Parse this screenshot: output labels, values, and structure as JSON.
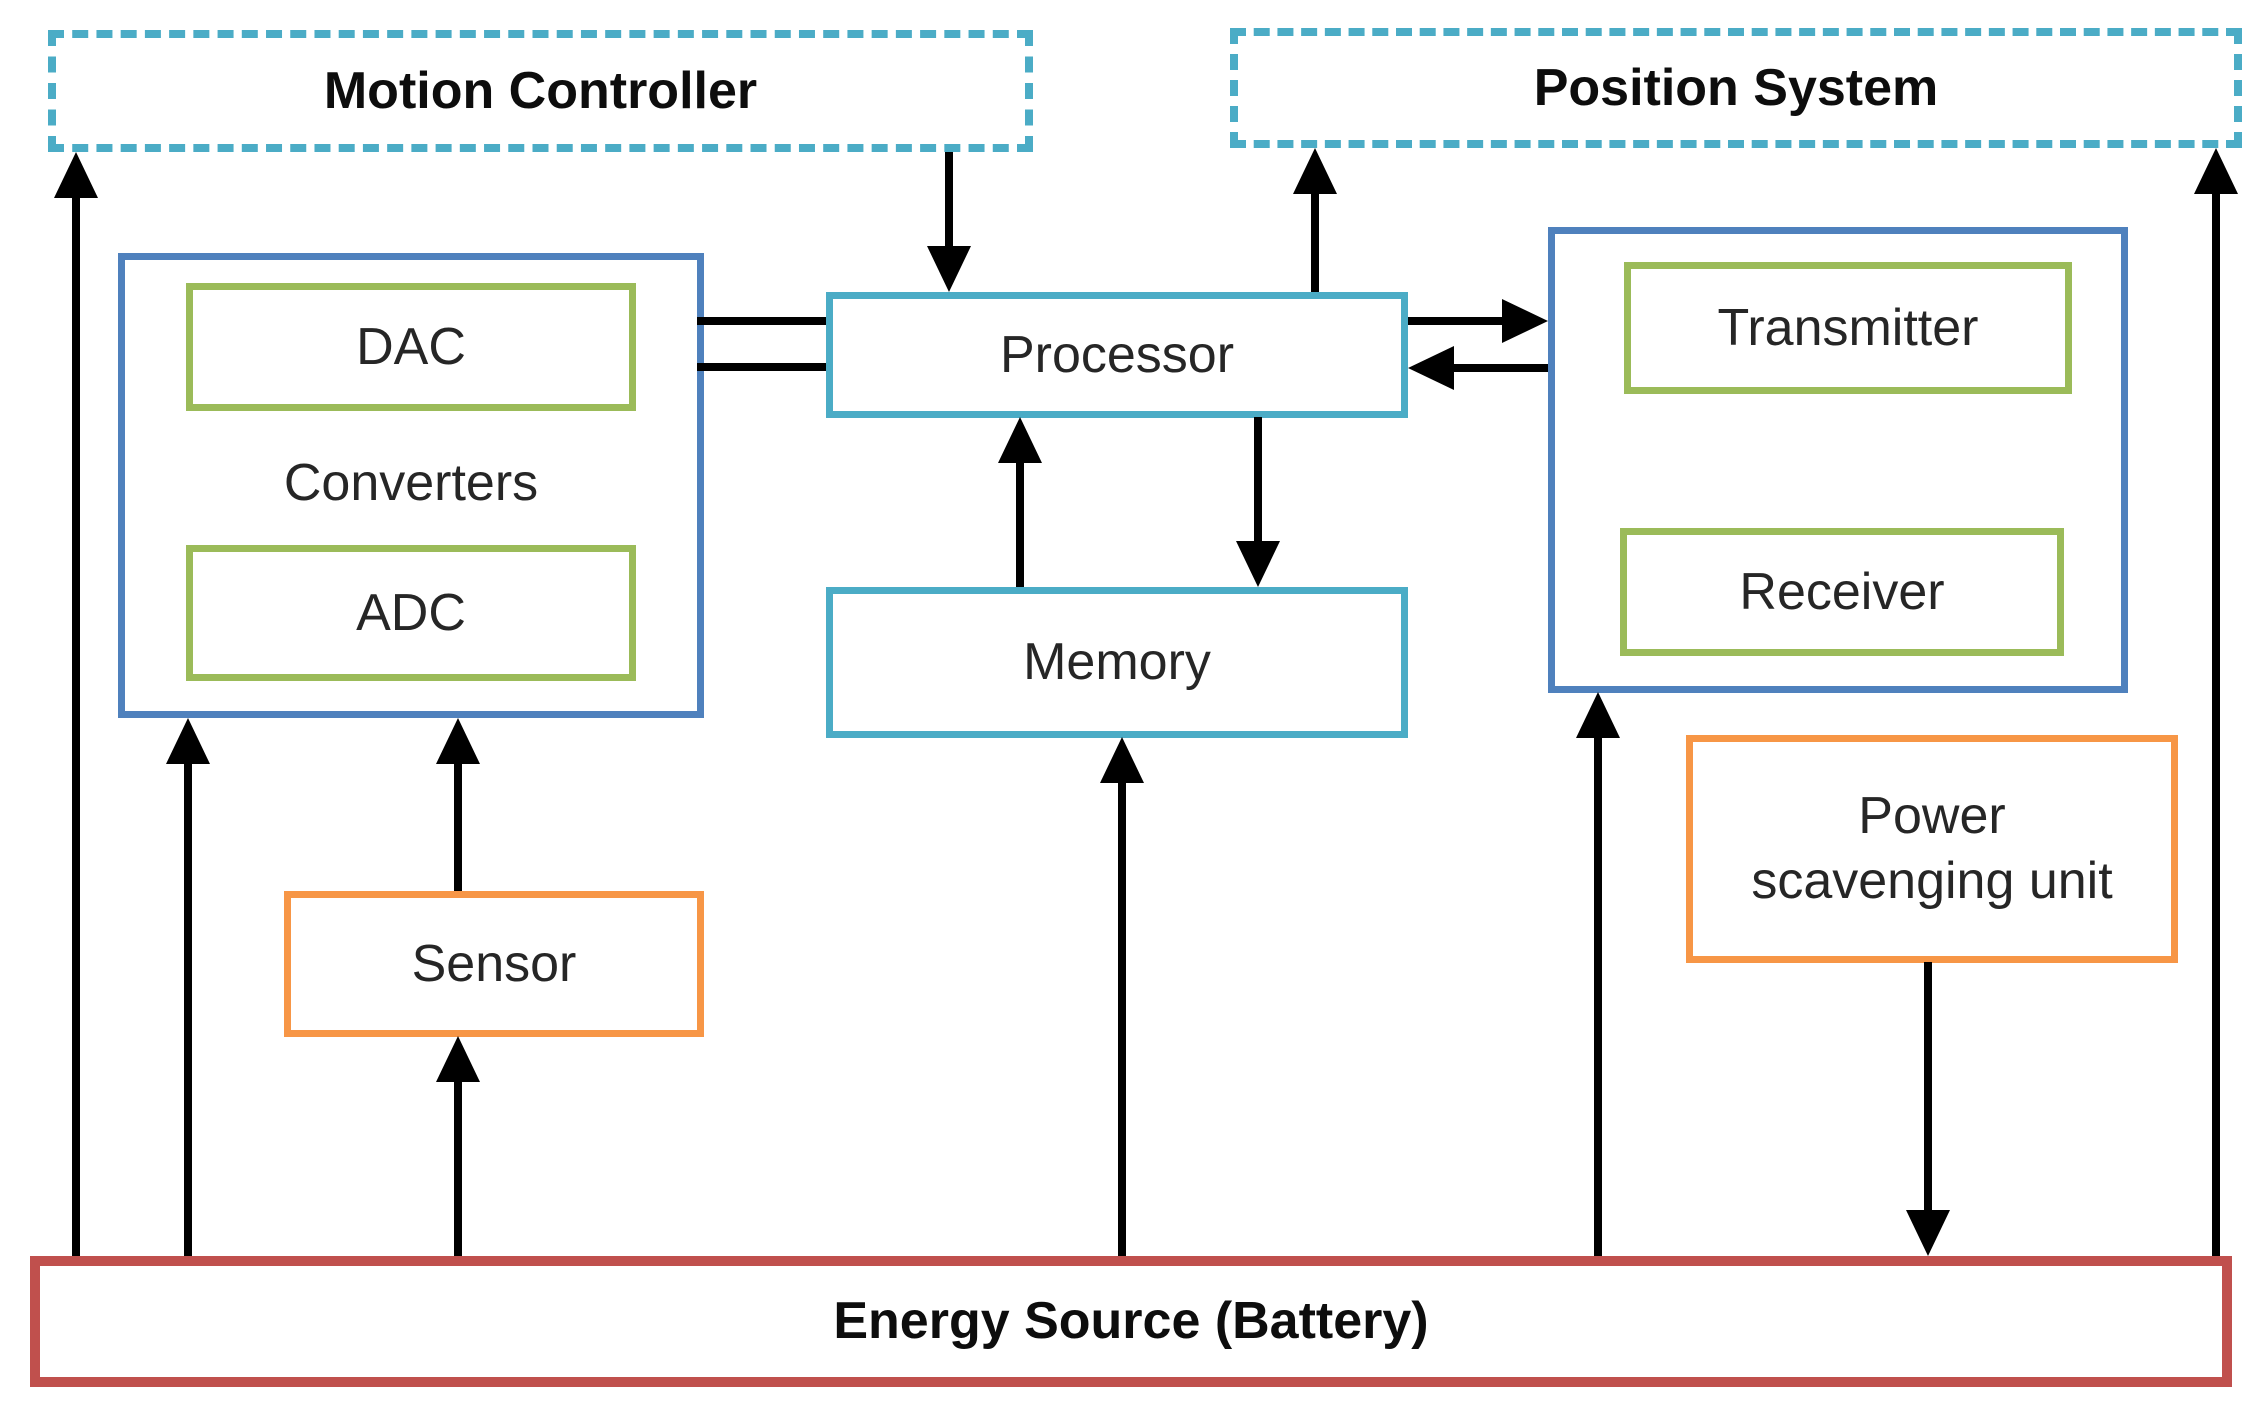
{
  "diagram": {
    "type": "block-diagram",
    "description": "Wireless sensor node architecture block diagram",
    "nodes": {
      "motion_controller": "Motion Controller",
      "position_system": "Position System",
      "converters": "Converters",
      "dac": "DAC",
      "adc": "ADC",
      "processor": "Processor",
      "memory": "Memory",
      "transmitter": "Transmitter",
      "receiver": "Receiver",
      "sensor": "Sensor",
      "power_scavenging_unit": "Power scavenging unit",
      "energy_source": "Energy Source (Battery)"
    },
    "colors": {
      "dashed_system_border": "#4bacc6",
      "container_box_border": "#4f81bd",
      "inner_component_border": "#9bbb59",
      "processor_memory_border": "#4bacc6",
      "peripheral_border": "#f79646",
      "energy_border": "#c0504d",
      "arrow": "#000000",
      "background": "#ffffff"
    },
    "connections": [
      "energy-source -> motion-controller (up arrow, far left)",
      "motion-controller -> processor (down arrow)",
      "processor -> position-system (up arrow)",
      "energy-source -> position-system (up arrow, far right)",
      "converters -- processor (two plain lines)",
      "processor -> transceiver (right arrow)",
      "transceiver -> processor (left arrow)",
      "memory -> processor (up arrow)",
      "processor -> memory (down arrow)",
      "energy-source -> memory (up arrow)",
      "energy-source -> converters (up arrow)",
      "sensor -> converters (up arrow)",
      "energy-source -> sensor (up arrow)",
      "energy-source -> transceiver (up arrow)",
      "power-scavenging-unit -> energy-source (down arrow)"
    ]
  }
}
